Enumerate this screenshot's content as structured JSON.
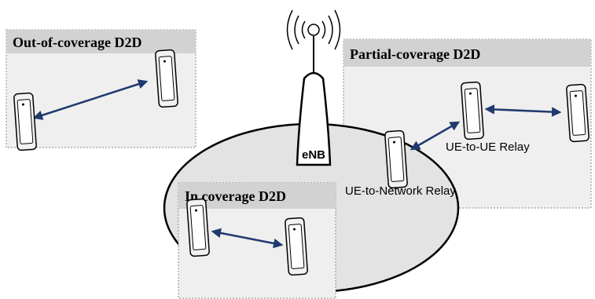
{
  "regions": {
    "out_of_coverage": {
      "title": "Out-of-coverage D2D"
    },
    "partial_coverage": {
      "title": "Partial-coverage D2D"
    },
    "in_coverage": {
      "title": "In coverage D2D"
    }
  },
  "base_station": {
    "label": "eNB"
  },
  "relays": {
    "ue_to_ue": "UE-to-UE Relay",
    "ue_to_network": "UE-to-Network Relay"
  },
  "icons": [
    "phone-icon",
    "antenna-icon",
    "base-station-icon"
  ],
  "colors": {
    "arrow": "#1f3a6e",
    "coverage_ellipse": "#e3e3e3",
    "box_fill": "#efefef",
    "box_header": "#d2d2d2"
  }
}
